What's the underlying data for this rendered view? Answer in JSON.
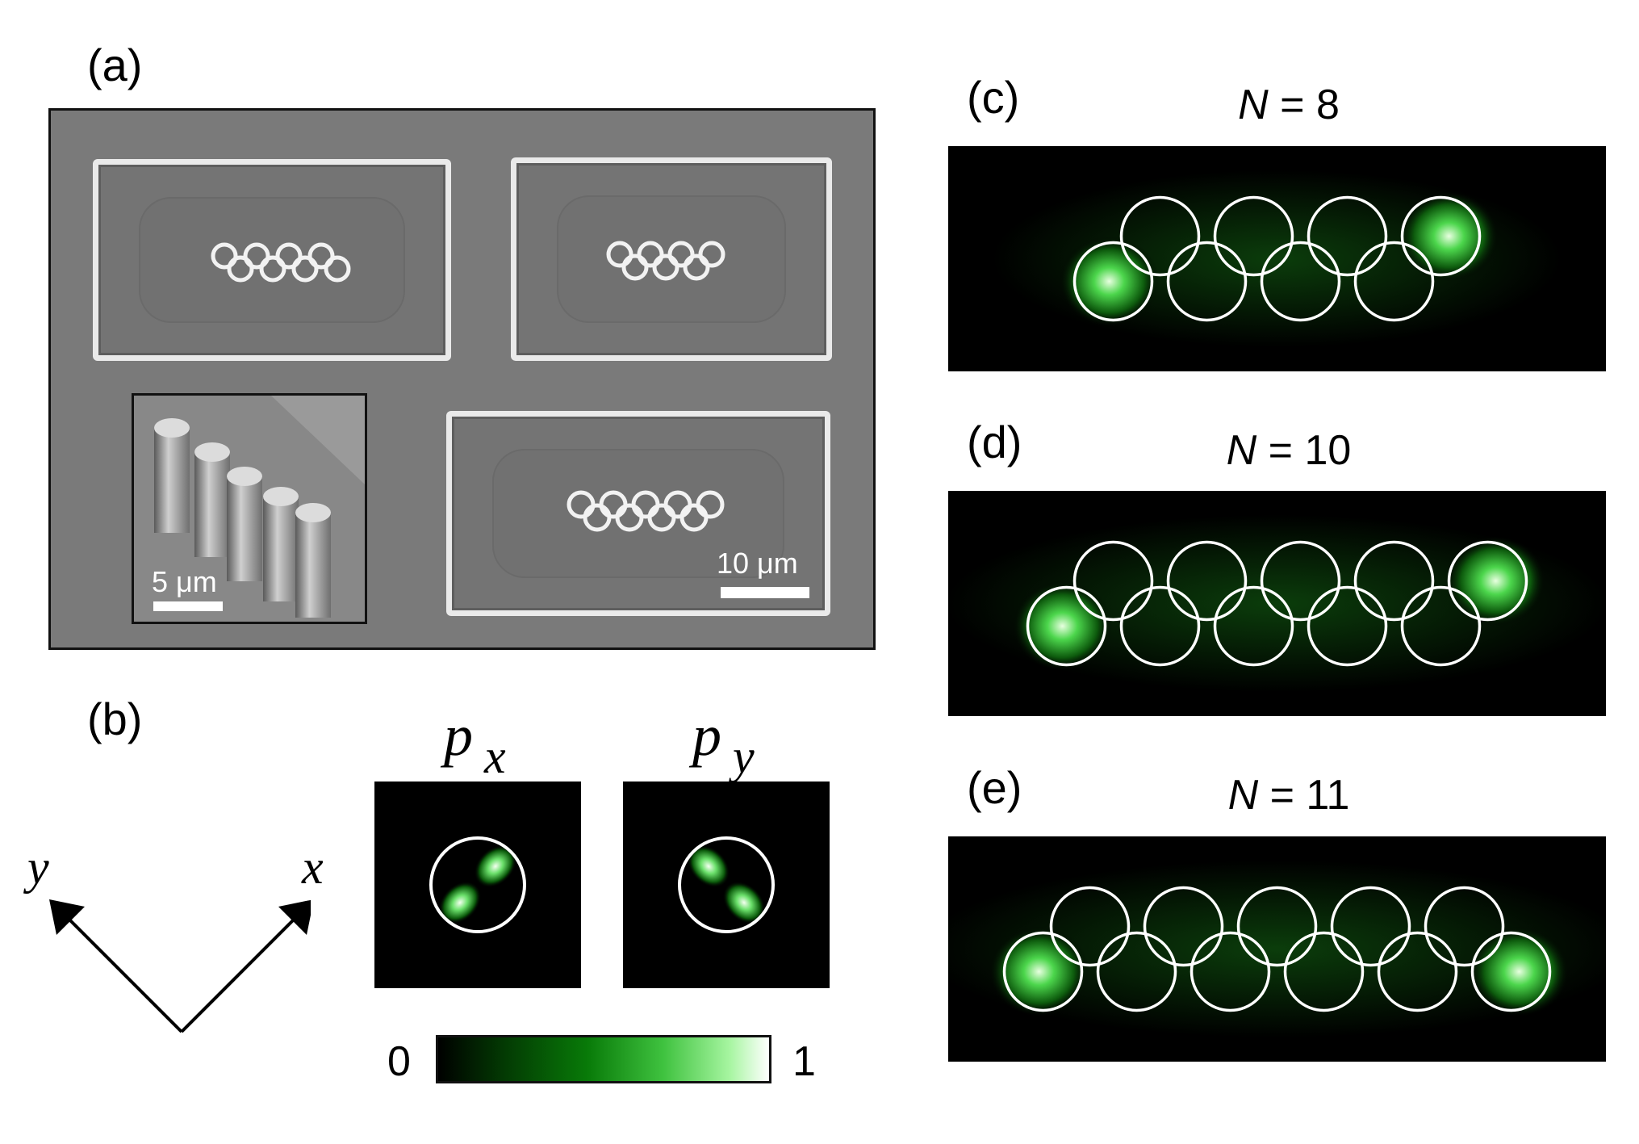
{
  "panels": {
    "a": "(a)",
    "b": "(b)",
    "c": "(c)",
    "d": "(d)",
    "e": "(e)"
  },
  "sem": {
    "inset_scale_label": "5 μm",
    "main_scale_label": "10 μm"
  },
  "orbitals": {
    "px_base": "p",
    "px_sub": "x",
    "py_base": "p",
    "py_sub": "y"
  },
  "axes": {
    "x_label": "x",
    "y_label": "y"
  },
  "colorbar": {
    "min_label": "0",
    "max_label": "1",
    "colormap": [
      "#000000",
      "#033a03",
      "#087a08",
      "#3fc23f",
      "#a6f5a0",
      "#ffffff"
    ]
  },
  "fluorescence": {
    "c": {
      "var": "N",
      "rest": " = 8",
      "pillars": 8
    },
    "d": {
      "var": "N",
      "rest": " = 10",
      "pillars": 10
    },
    "e": {
      "var": "N",
      "rest": " = 11",
      "pillars": 11
    }
  },
  "colors": {
    "ring": "#ffffff",
    "glow": "#4cff4c",
    "sem_gray": "#7a7a7a"
  }
}
